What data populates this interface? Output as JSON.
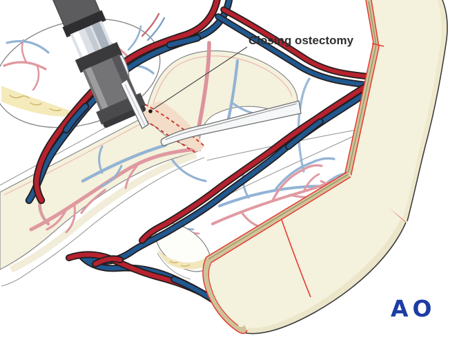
{
  "illustration": {
    "title_label": "Closing ostectomy",
    "logo_text": "AO",
    "elements": [
      "surgical-drill-handpiece",
      "oscillating-saw-blade",
      "retractor",
      "bone-cross-section",
      "bone-shaft-with-vessels",
      "osteotomy-wedge-with-dashed-cut-lines",
      "artery-vein-bundles",
      "corrected-bone-with-red-cut-edges",
      "bone-fragment-end-face",
      "ao-logo"
    ]
  },
  "colors": {
    "background": "#ffffff",
    "bone_fill": "#f4f1dd",
    "bone_shadow": "#e9e3c6",
    "bone_outline_soft": "#8a8a8a",
    "bone_outline_dark": "#3c3c3e",
    "cortical_strip": "#cfc39a",
    "cut_line_red": "#e53a30",
    "wedge_fill": "#f3dcc8",
    "artery_red": "#b6222f",
    "vein_blue": "#20588f",
    "vessel_outline": "#241d1d",
    "intraosseous_artery_pink": "#df99a1",
    "intraosseous_vein_blue": "#93b3d4",
    "fat_yellow": "#f4eaba",
    "fat_squiggle": "#c9ae5e",
    "drill_gray": "#747477",
    "drill_dark": "#3a3a3c",
    "drill_metal": "#dce1e7",
    "instrument_white": "#f6f7f8",
    "label_text": "#2e2e2e",
    "leader_line": "#4a4a4a",
    "logo_blue": "#1d3da5"
  }
}
